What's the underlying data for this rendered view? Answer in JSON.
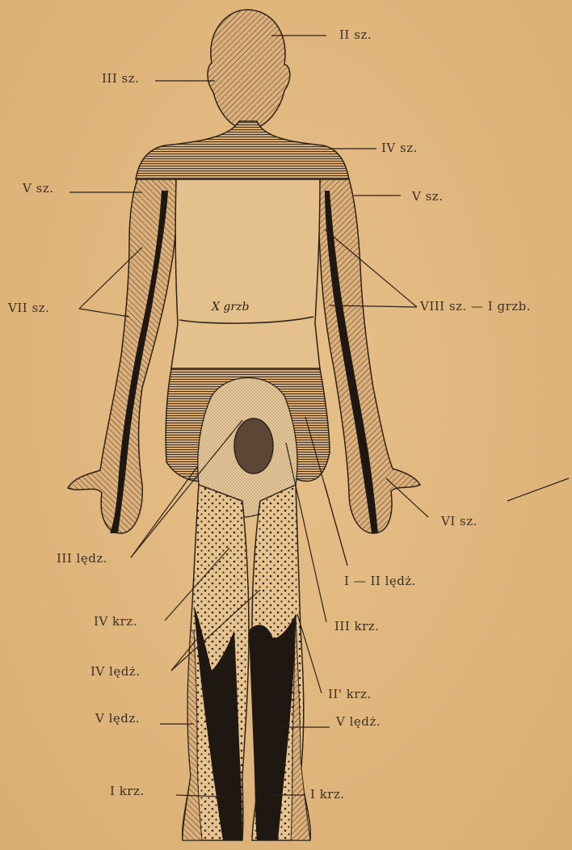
{
  "labels": {
    "ii_sz": "II sz.",
    "iii_sz": "III sz.",
    "iv_sz": "IV sz.",
    "v_sz_left": "V sz.",
    "v_sz_right": "V sz.",
    "vii_sz": "VII sz.",
    "viii_sz_i_grzb": "VIII sz. — I grzb.",
    "x_grzb": "X grzb",
    "vi_sz": "VI sz.",
    "iii_ledz": "III lędz.",
    "i_ii_ledz": "I — II lędż.",
    "iv_krz": "IV krz.",
    "iii_krz": "III krz.",
    "iv_ledz": "IV lędż.",
    "ii_krz": "II' krz.",
    "v_ledz_left": "V lędz.",
    "v_ledz_right": "V lędż.",
    "i_krz_left": "I krz.",
    "i_krz_right": "I krz."
  },
  "colors": {
    "paper": "#e2b981",
    "ink": "#3b2e24"
  }
}
